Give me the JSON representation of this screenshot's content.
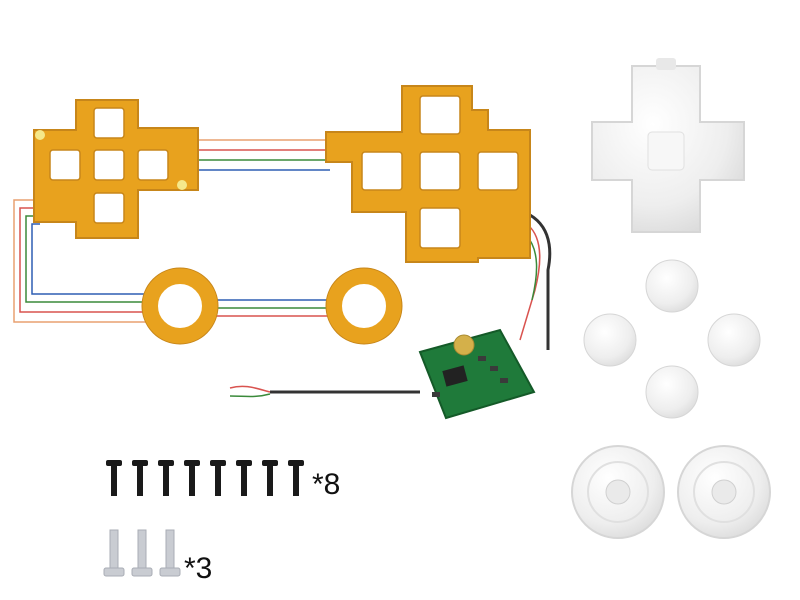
{
  "image": {
    "background_color": "#ffffff",
    "objects": [
      {
        "name": "dpad-flex-pcb",
        "color": "#e8a21e"
      },
      {
        "name": "face-buttons-flex-pcb",
        "color": "#e8a21e"
      },
      {
        "name": "analog-stick-led-rings",
        "count": 2,
        "color": "#e8a21e"
      },
      {
        "name": "controller-circuit-board",
        "color": "#1f7a3a"
      },
      {
        "name": "clear-dpad-cross",
        "color": "#eeeeee"
      },
      {
        "name": "clear-face-buttons",
        "count": 4,
        "color": "#f0f0f0"
      },
      {
        "name": "clear-thumbstick-caps",
        "count": 2,
        "color": "#f2f2f2"
      }
    ],
    "wire_colors": [
      "#d9534f",
      "#3a8a3a",
      "#2f5fb3",
      "#e8a070"
    ]
  },
  "hardware": {
    "black_screws": {
      "count_label": "*8",
      "color": "#1a1a1a"
    },
    "silver_screws": {
      "count_label": "*3",
      "color": "#c9ccd2"
    }
  }
}
